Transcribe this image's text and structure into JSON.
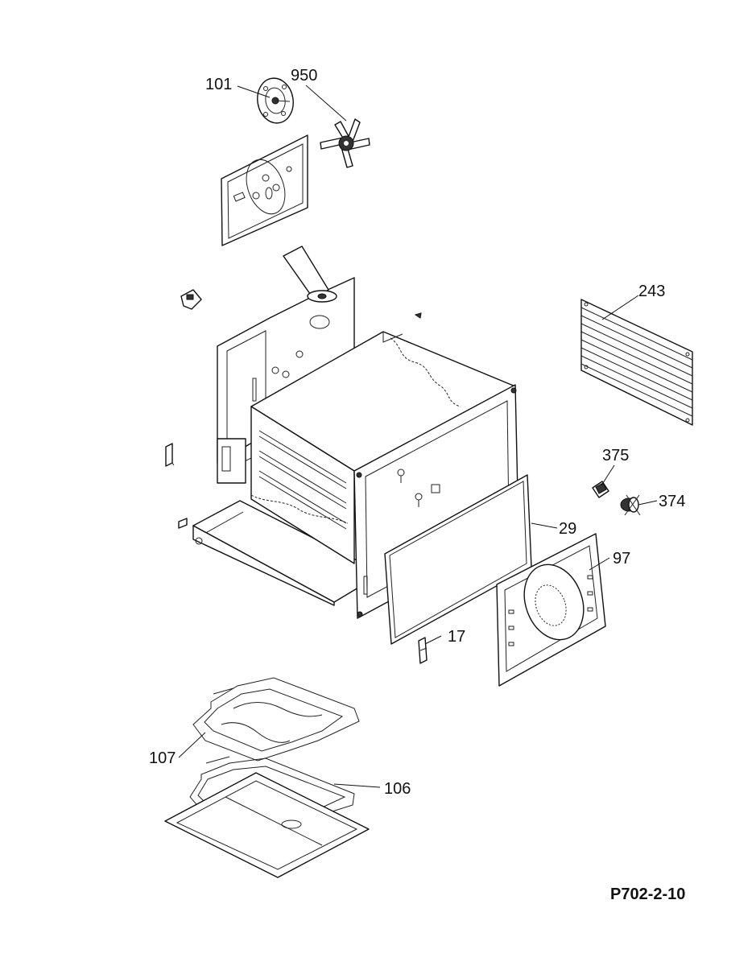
{
  "diagram_code": "P702-2-10",
  "callouts": {
    "c101": "101",
    "c950": "950",
    "c243": "243",
    "c375": "375",
    "c374": "374",
    "c29": "29",
    "c97": "97",
    "c17": "17",
    "c107": "107",
    "c106": "106"
  }
}
